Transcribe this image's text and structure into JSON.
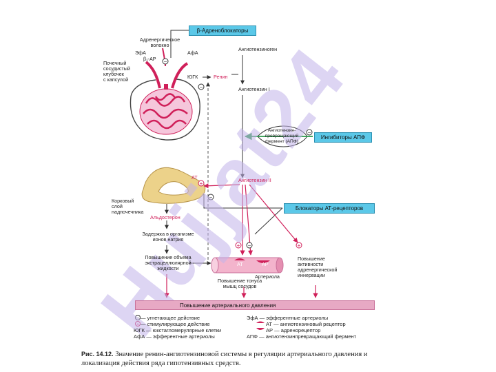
{
  "watermark": "Hujjat24",
  "labels": {
    "beta_blockers": "β-Адреноблокаторы",
    "adrenergic_fiber_1": "Адренергическое",
    "adrenergic_fiber_2": "волокно",
    "efa": "ЭфА",
    "b1ar": "β₁-АР",
    "afa": "АфА",
    "glomerulus_1": "Почечный",
    "glomerulus_2": "сосудистый",
    "glomerulus_3": "клубочек",
    "glomerulus_4": "с капсулой",
    "jgk": "ЮГК",
    "renin": "Ренин",
    "angiotensinogen": "Ангиотензиноген",
    "angiotensin1": "Ангиотензин I",
    "ace_1": "Ангиотензин-",
    "ace_2": "превращающий",
    "ace_3": "фермент (АПФ)",
    "ace_inhibitors": "Ингибиторы АПФ",
    "at": "АТ",
    "angiotensin2": "Ангиотензин II",
    "cortex_1": "Корковый",
    "cortex_2": "слой",
    "cortex_3": "надпочечника",
    "at_blockers": "Блокаторы АТ-рецепторов",
    "aldosterone": "Альдостерон",
    "retention_1": "Задержка в организме",
    "retention_2": "ионов натрия",
    "volume_1": "Повышение объема",
    "volume_2": "экстрацеллюлярной",
    "volume_3": "жидкости",
    "artery_at": "АТ",
    "artery_ar": "АР",
    "arteriole": "Артериола",
    "tone_1": "Повышение тонуса",
    "tone_2": "мышц сосудов",
    "activity_1": "Повышение",
    "activity_2": "активности",
    "activity_3": "адренергической",
    "activity_4": "иннервации",
    "bp_bar": "Повышение артериального давления"
  },
  "legend": {
    "left": [
      {
        "sym": "⊖",
        "text": "— угнетающее действие"
      },
      {
        "sym": "⊕",
        "text": "— стимулирующее действие"
      },
      {
        "sym": "ЮГК",
        "text": "— юкстагломерулярные клетки"
      },
      {
        "sym": "АфА",
        "text": "— эфферентные артериолы"
      }
    ],
    "right": [
      {
        "sym": "ЭфА",
        "text": "— эфферентные артериолы"
      },
      {
        "sym": "АТ",
        "text": "— ангиотензиновый рецептор"
      },
      {
        "sym": "АР",
        "text": "— адренорецептор"
      },
      {
        "sym": "АПФ",
        "text": "— ангиотензинпревращающий фермент"
      }
    ]
  },
  "caption": {
    "label": "Рис. 14.12.",
    "text": "Значение ренин-ангиотензиновой системы в регуляции артериального давления и локализация действия ряда гипотензивных средств."
  },
  "colors": {
    "pink": "#d0205a",
    "cyan": "#5bc8e8",
    "green": "#2a9a4a",
    "tan": "#ecd28a",
    "bar": "#e7a9c4",
    "watermark": "#c3b4ea"
  }
}
